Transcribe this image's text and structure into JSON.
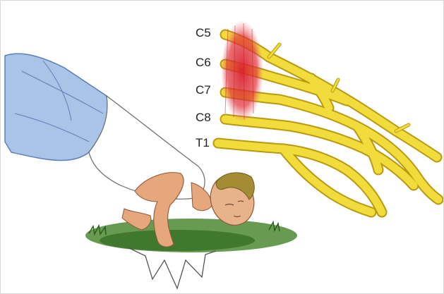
{
  "labels": {
    "c5": "C5",
    "c6": "C6",
    "c7": "C7",
    "c8": "C8",
    "t1": "T1"
  },
  "colors": {
    "nerve": "#f2dc3c",
    "nerve_outline": "#b89a10",
    "injury": "#e0323a",
    "jeans": "#a9c4e6",
    "jeans_line": "#5b7fb8",
    "skin": "#e6a77c",
    "hair": "#a38c34",
    "grass": "#3f7f2a"
  },
  "icons": {
    "injury_zone": "injury-zone-icon",
    "impact": "impact-burst-icon",
    "person": "fallen-person-icon"
  }
}
